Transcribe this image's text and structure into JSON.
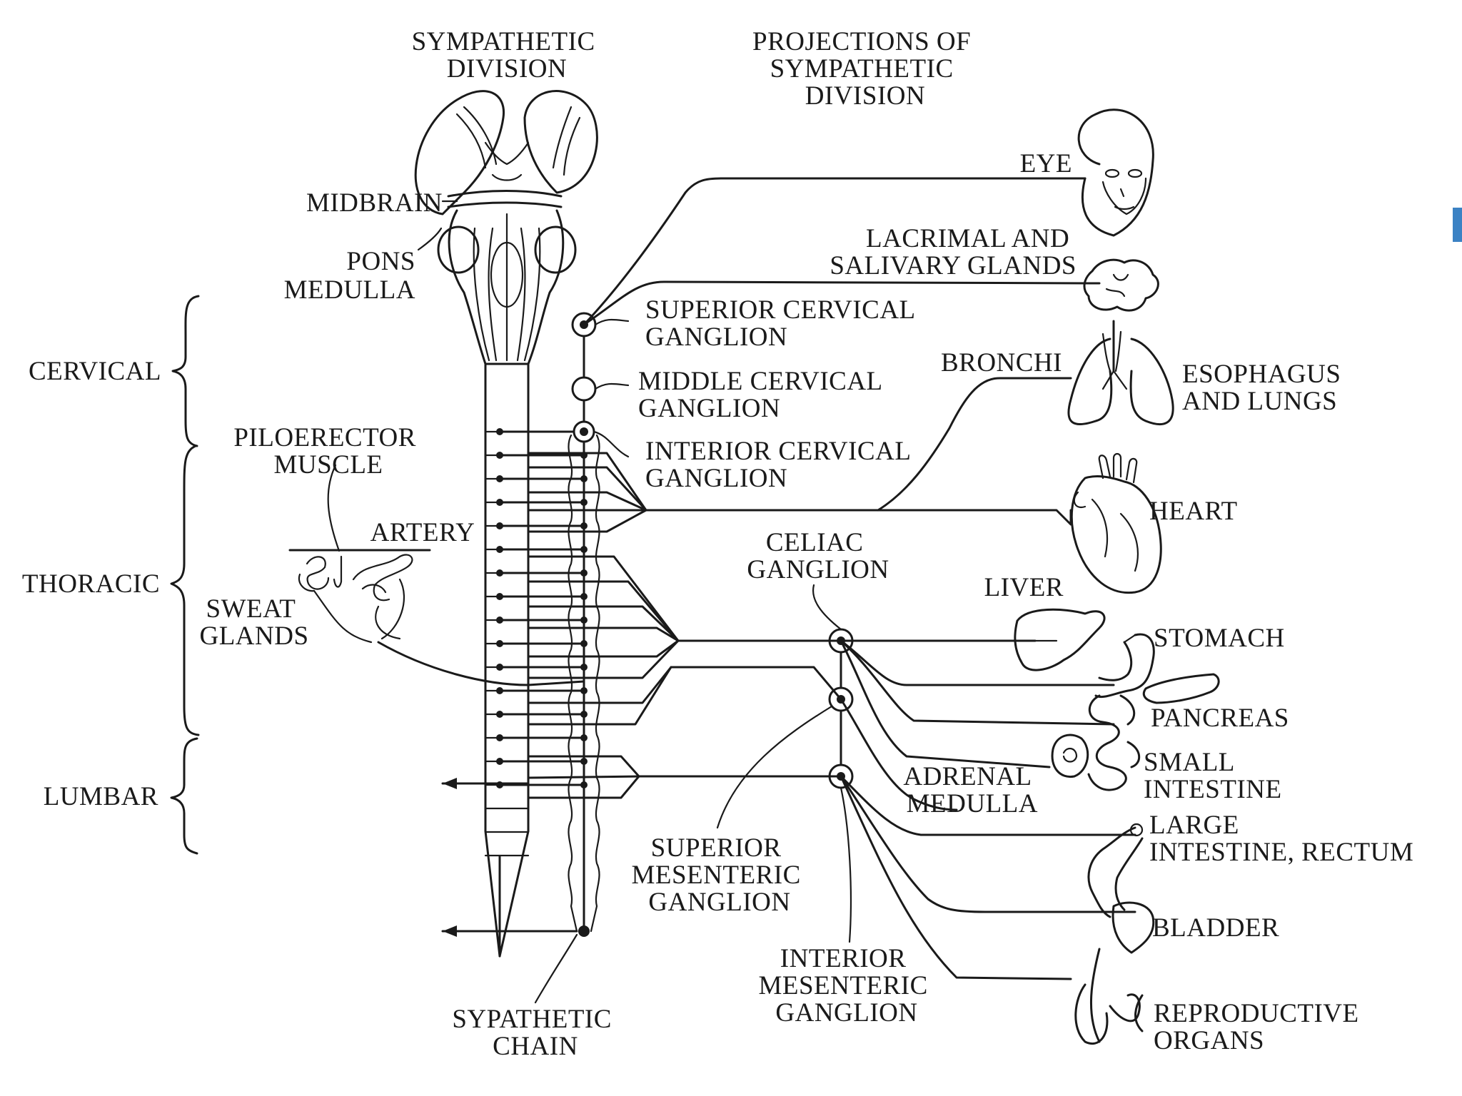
{
  "labels": {
    "sympathetic_division": [
      "SYMPATHETIC",
      "DIVISION"
    ],
    "projections": [
      "PROJECTIONS OF",
      "SYMPATHETIC",
      "DIVISION"
    ],
    "midbrain": "MIDBRAIN",
    "pons": "PONS",
    "medulla": "MEDULLA",
    "cervical": "CERVICAL",
    "thoracic": "THORACIC",
    "lumbar": "LUMBAR",
    "piloerector": [
      "PILOERECTOR",
      "MUSCLE"
    ],
    "artery": "ARTERY",
    "sweat_glands": [
      "SWEAT",
      "GLANDS"
    ],
    "superior_cervical": [
      "SUPERIOR CERVICAL",
      "GANGLION"
    ],
    "middle_cervical": [
      "MIDDLE CERVICAL",
      "GANGLION"
    ],
    "interior_cervical": [
      "INTERIOR CERVICAL",
      "GANGLION"
    ],
    "celiac": [
      "CELIAC",
      "GANGLION"
    ],
    "superior_mesenteric": [
      "SUPERIOR",
      "MESENTERIC",
      "GANGLION"
    ],
    "interior_mesenteric": [
      "INTERIOR",
      "MESENTERIC",
      "GANGLION"
    ],
    "sympathetic_chain": [
      "SYPATHETIC",
      "CHAIN"
    ],
    "eye": "EYE",
    "lacrimal": [
      "LACRIMAL AND",
      "SALIVARY GLANDS"
    ],
    "bronchi": "BRONCHI",
    "esophagus": [
      "ESOPHAGUS",
      "AND LUNGS"
    ],
    "heart": "HEART",
    "liver": "LIVER",
    "stomach": "STOMACH",
    "pancreas": "PANCREAS",
    "adrenal": [
      "ADRENAL",
      "MEDULLA"
    ],
    "small_intestine": [
      "SMALL",
      "INTESTINE"
    ],
    "large_intestine": [
      "LARGE",
      "INTESTINE, RECTUM"
    ],
    "bladder": "BLADDER",
    "reproductive": [
      "REPRODUCTIVE",
      "ORGANS"
    ]
  },
  "colors": {
    "ink": "#1a1a1a",
    "accent": "#3b82c4"
  }
}
